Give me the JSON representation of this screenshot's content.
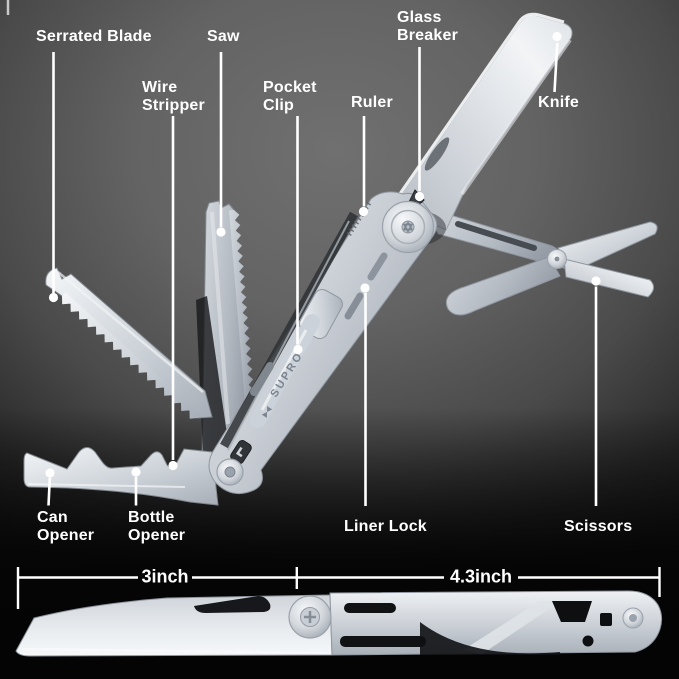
{
  "product": {
    "brand": "SUPRO",
    "labels": {
      "serrated_blade": "Serrated Blade",
      "saw": "Saw",
      "wire_stripper": "Wire Stripper",
      "pocket_clip": "Pocket Clip",
      "glass_breaker": "Glass Breaker",
      "ruler": "Ruler",
      "knife": "Knife",
      "can_opener": "Can Opener",
      "bottle_opener": "Bottle Opener",
      "liner_lock": "Liner Lock",
      "scissors": "Scissors"
    },
    "dimensions": {
      "blade_length": "3inch",
      "handle_length": "4.3inch"
    },
    "colors": {
      "label_text": "#ffffff",
      "leader_line": "#ffffff",
      "steel_light": "#f4f6f8",
      "steel_mid": "#c6ccd3",
      "steel_dark": "#8e959e",
      "background_center": "#6f6f6f",
      "background_edge": "#1b1b1b",
      "bottom_band": "#050505"
    }
  }
}
